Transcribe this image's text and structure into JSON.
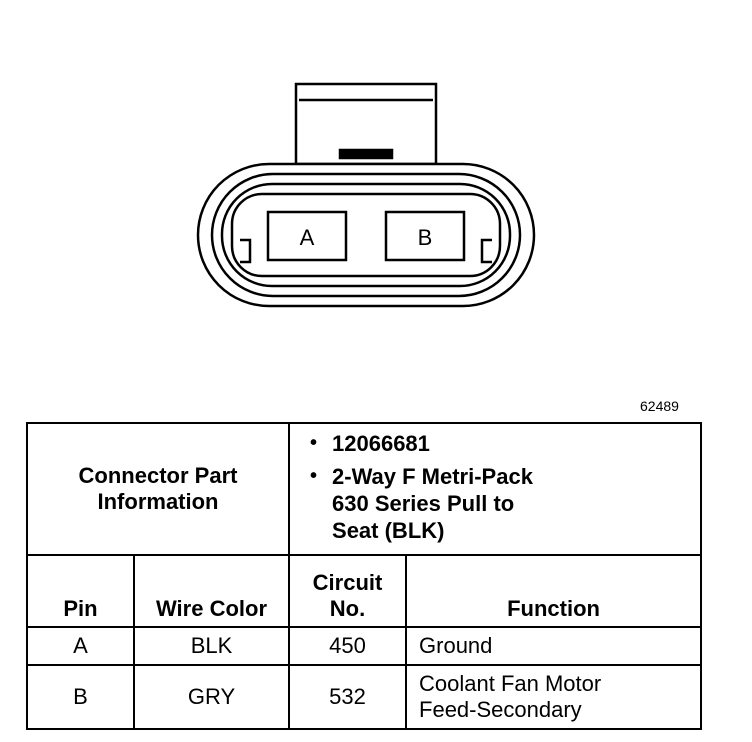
{
  "connector": {
    "pins": [
      {
        "label": "A"
      },
      {
        "label": "B"
      }
    ]
  },
  "figure_id": "62489",
  "info": {
    "label_lines": [
      "Connector Part",
      "Information"
    ],
    "items": [
      {
        "lines": [
          "12066681"
        ]
      },
      {
        "lines": [
          "2-Way F Metri-Pack",
          "630 Series Pull to",
          "Seat (BLK)"
        ]
      }
    ]
  },
  "table": {
    "headers": {
      "pin": "Pin",
      "wire_color": "Wire Color",
      "circuit_lines": [
        "Circuit",
        "No."
      ],
      "function": "Function"
    },
    "rows": [
      {
        "pin": "A",
        "wire_color": "BLK",
        "circuit": "450",
        "function_lines": [
          "Ground"
        ]
      },
      {
        "pin": "B",
        "wire_color": "GRY",
        "circuit": "532",
        "function_lines": [
          "Coolant Fan Motor",
          "Feed-Secondary"
        ]
      }
    ]
  }
}
